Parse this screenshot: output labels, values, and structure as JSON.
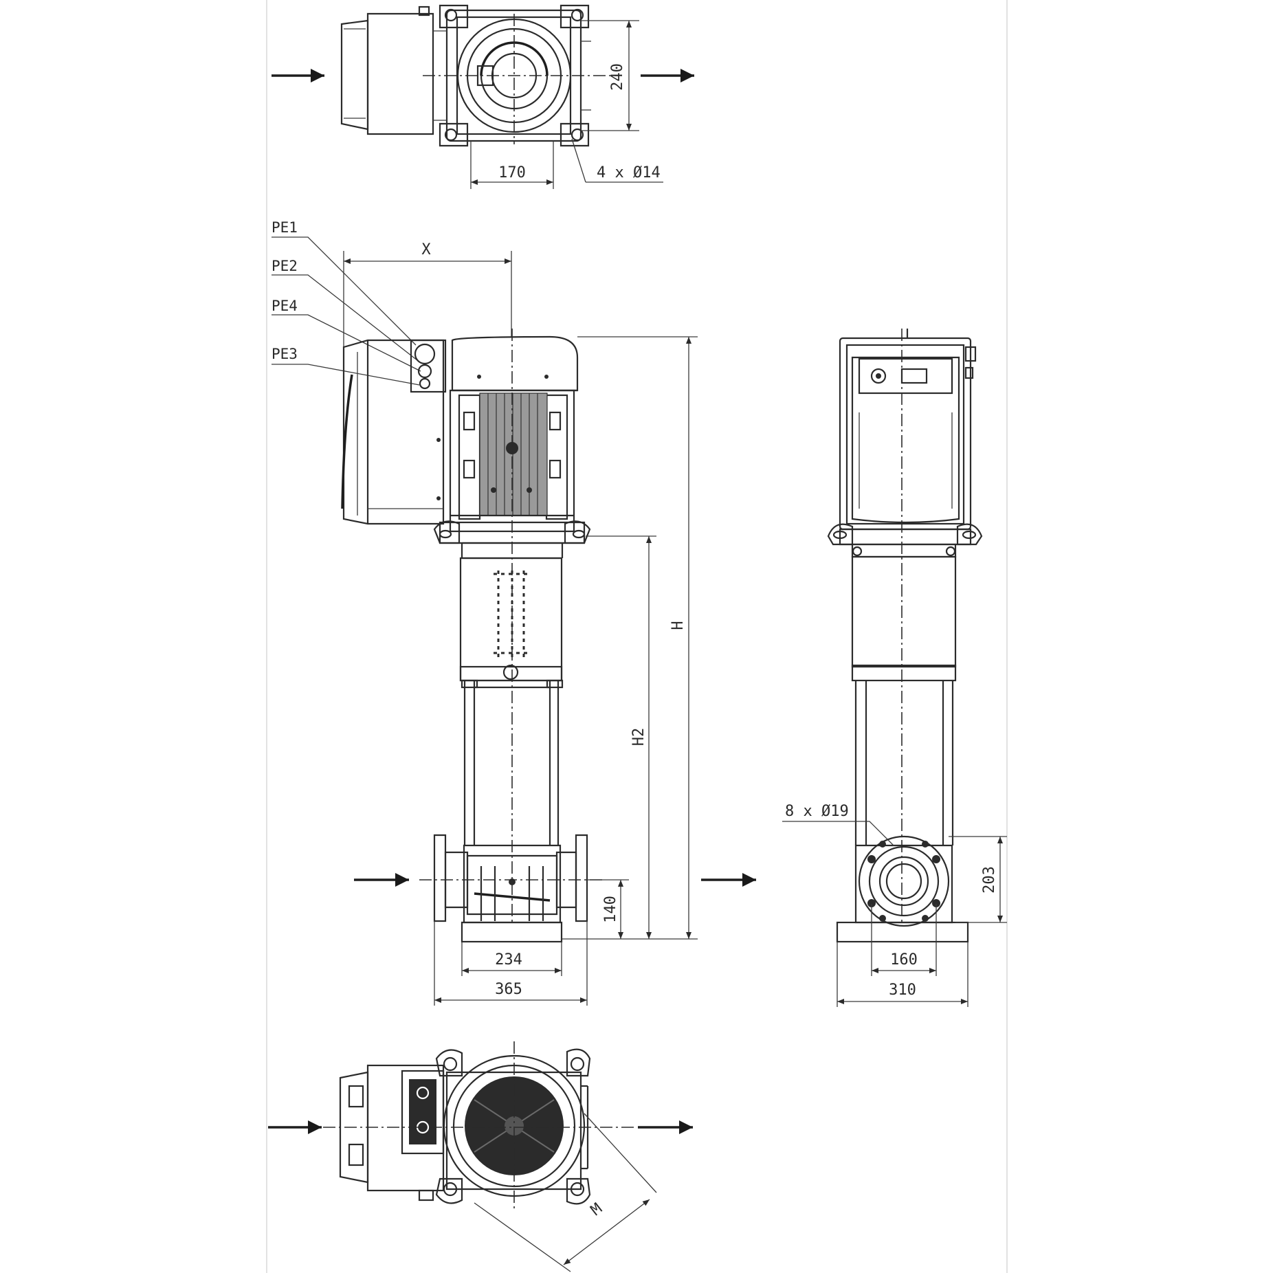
{
  "views": {
    "top_view": {
      "dim_width": "170",
      "dim_depth": "240",
      "dim_holes": "4 x Ø14"
    },
    "front_view": {
      "label_pe1": "PE1",
      "label_pe2": "PE2",
      "label_pe4": "PE4",
      "label_pe3": "PE3",
      "dim_x": "X",
      "dim_h": "H",
      "dim_h2": "H2",
      "dim_140": "140",
      "dim_234": "234",
      "dim_365": "365"
    },
    "side_view": {
      "dim_flange_holes": "8 x Ø19",
      "dim_203": "203",
      "dim_160": "160",
      "dim_310": "310"
    },
    "bottom_view": {
      "dim_m": "M"
    }
  }
}
